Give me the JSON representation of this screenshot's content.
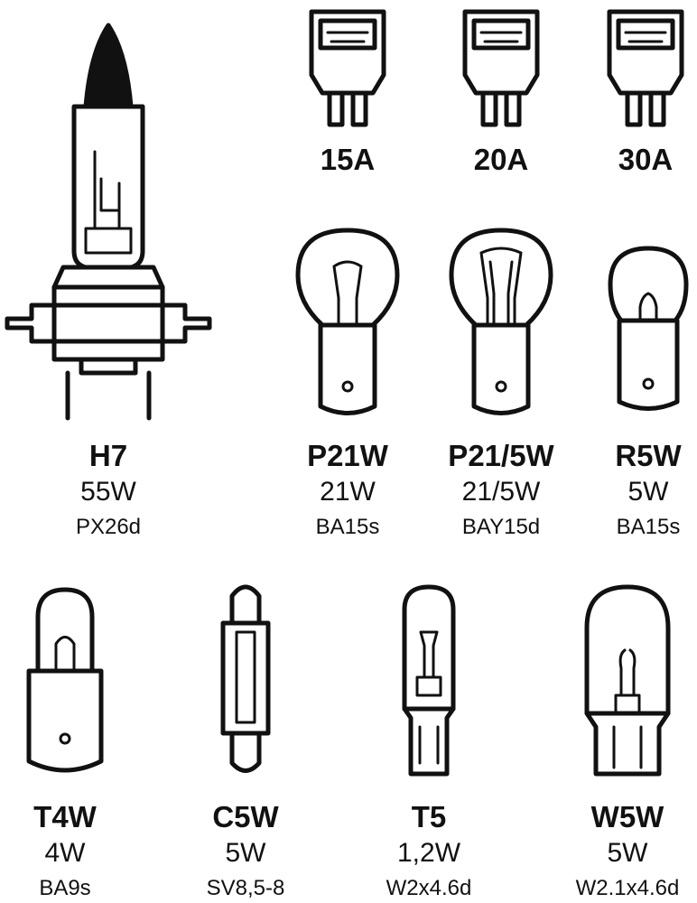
{
  "fuses": [
    {
      "label": "15A"
    },
    {
      "label": "20A"
    },
    {
      "label": "30A"
    }
  ],
  "bulbs": [
    {
      "name": "H7",
      "power": "55W",
      "base": "PX26d"
    },
    {
      "name": "P21W",
      "power": "21W",
      "base": "BA15s"
    },
    {
      "name": "P21/5W",
      "power": "21/5W",
      "base": "BAY15d"
    },
    {
      "name": "R5W",
      "power": "5W",
      "base": "BA15s"
    },
    {
      "name": "T4W",
      "power": "4W",
      "base": "BA9s"
    },
    {
      "name": "C5W",
      "power": "5W",
      "base": "SV8,5-8"
    },
    {
      "name": "T5",
      "power": "1,2W",
      "base": "W2x4.6d"
    },
    {
      "name": "W5W",
      "power": "5W",
      "base": "W2.1x4.6d"
    }
  ]
}
